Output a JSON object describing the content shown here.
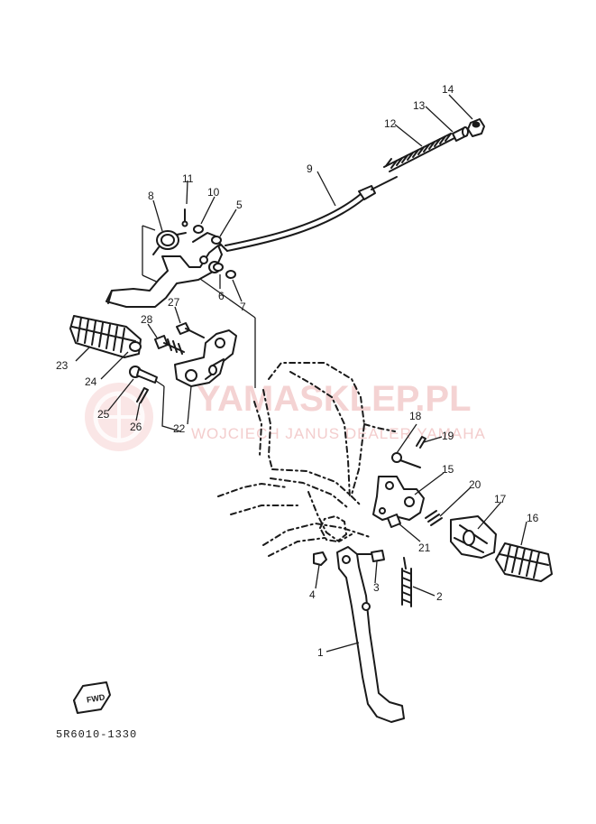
{
  "drawing_code": "5R6010-1330",
  "watermark": {
    "line1": "YAMASKLEP.PL",
    "line2": "WOJCIECH JANUS DEALER YAMAHA"
  },
  "fwd_marker": "FWD",
  "callouts": [
    {
      "id": "c1",
      "label": "1"
    },
    {
      "id": "c2",
      "label": "2"
    },
    {
      "id": "c3",
      "label": "3"
    },
    {
      "id": "c4",
      "label": "4"
    },
    {
      "id": "c5",
      "label": "5"
    },
    {
      "id": "c6",
      "label": "6"
    },
    {
      "id": "c7",
      "label": "7"
    },
    {
      "id": "c8",
      "label": "8"
    },
    {
      "id": "c9",
      "label": "9"
    },
    {
      "id": "c10",
      "label": "10"
    },
    {
      "id": "c11",
      "label": "11"
    },
    {
      "id": "c12",
      "label": "12"
    },
    {
      "id": "c13",
      "label": "13"
    },
    {
      "id": "c14",
      "label": "14"
    },
    {
      "id": "c15",
      "label": "15"
    },
    {
      "id": "c16",
      "label": "16"
    },
    {
      "id": "c17",
      "label": "17"
    },
    {
      "id": "c18",
      "label": "18"
    },
    {
      "id": "c19",
      "label": "19"
    },
    {
      "id": "c20",
      "label": "20"
    },
    {
      "id": "c21",
      "label": "21"
    },
    {
      "id": "c22",
      "label": "22"
    },
    {
      "id": "c23",
      "label": "23"
    },
    {
      "id": "c24",
      "label": "24"
    },
    {
      "id": "c25",
      "label": "25"
    },
    {
      "id": "c26",
      "label": "26"
    },
    {
      "id": "c27",
      "label": "27"
    },
    {
      "id": "c28",
      "label": "28"
    }
  ]
}
